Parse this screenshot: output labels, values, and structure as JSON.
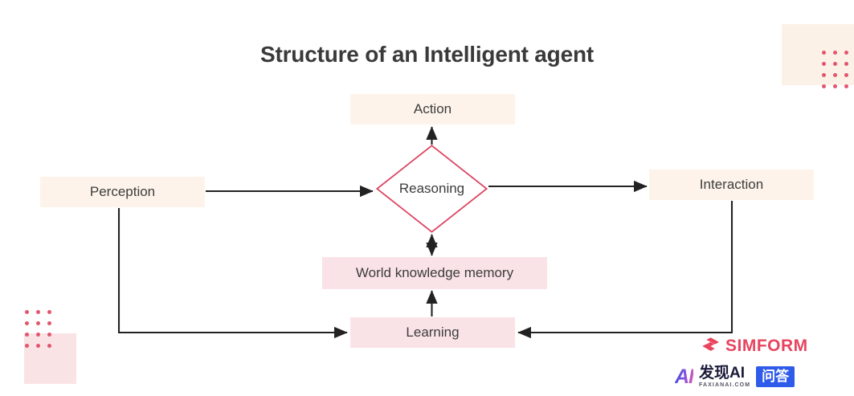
{
  "title": "Structure of an Intelligent agent",
  "colors": {
    "cream_fill": "#FDF3EA",
    "pink_fill": "#FAE3E6",
    "accent_red": "#E2566F",
    "diamond_stroke": "#DC4662",
    "connector": "#222222",
    "text": "#3C3C3C",
    "title_text": "#3A3A3A",
    "brand_red": "#E8445E",
    "watermark_blue": "#2F5BEA"
  },
  "nodes": {
    "action": {
      "label": "Action",
      "shape": "rect",
      "fill": "cream"
    },
    "perception": {
      "label": "Perception",
      "shape": "rect",
      "fill": "cream"
    },
    "reasoning": {
      "label": "Reasoning",
      "shape": "diamond",
      "fill": "white"
    },
    "interaction": {
      "label": "Interaction",
      "shape": "rect",
      "fill": "cream"
    },
    "memory": {
      "label": "World knowledge memory",
      "shape": "rect",
      "fill": "pink"
    },
    "learning": {
      "label": "Learning",
      "shape": "rect",
      "fill": "pink"
    }
  },
  "edges": [
    {
      "from": "perception",
      "to": "reasoning",
      "direction": "one-way"
    },
    {
      "from": "reasoning",
      "to": "action",
      "direction": "one-way"
    },
    {
      "from": "reasoning",
      "to": "interaction",
      "direction": "one-way"
    },
    {
      "from": "reasoning",
      "to": "memory",
      "direction": "two-way"
    },
    {
      "from": "learning",
      "to": "memory",
      "direction": "one-way"
    },
    {
      "from": "perception",
      "to": "learning",
      "direction": "one-way"
    },
    {
      "from": "interaction",
      "to": "learning",
      "direction": "one-way"
    }
  ],
  "branding": {
    "simform": "SIMFORM",
    "simform_icon": "simform-diamond-logo-icon"
  },
  "watermark": {
    "ai_mark": "AI",
    "cn_main": "发现AI",
    "cn_sub": "FAXIANAI.COM",
    "badge": "问答"
  },
  "decorations": {
    "top_right_square": "cream-square",
    "top_right_dots": "red-dot-grid",
    "bottom_left_square": "pink-square",
    "bottom_left_dots": "red-dot-grid"
  }
}
